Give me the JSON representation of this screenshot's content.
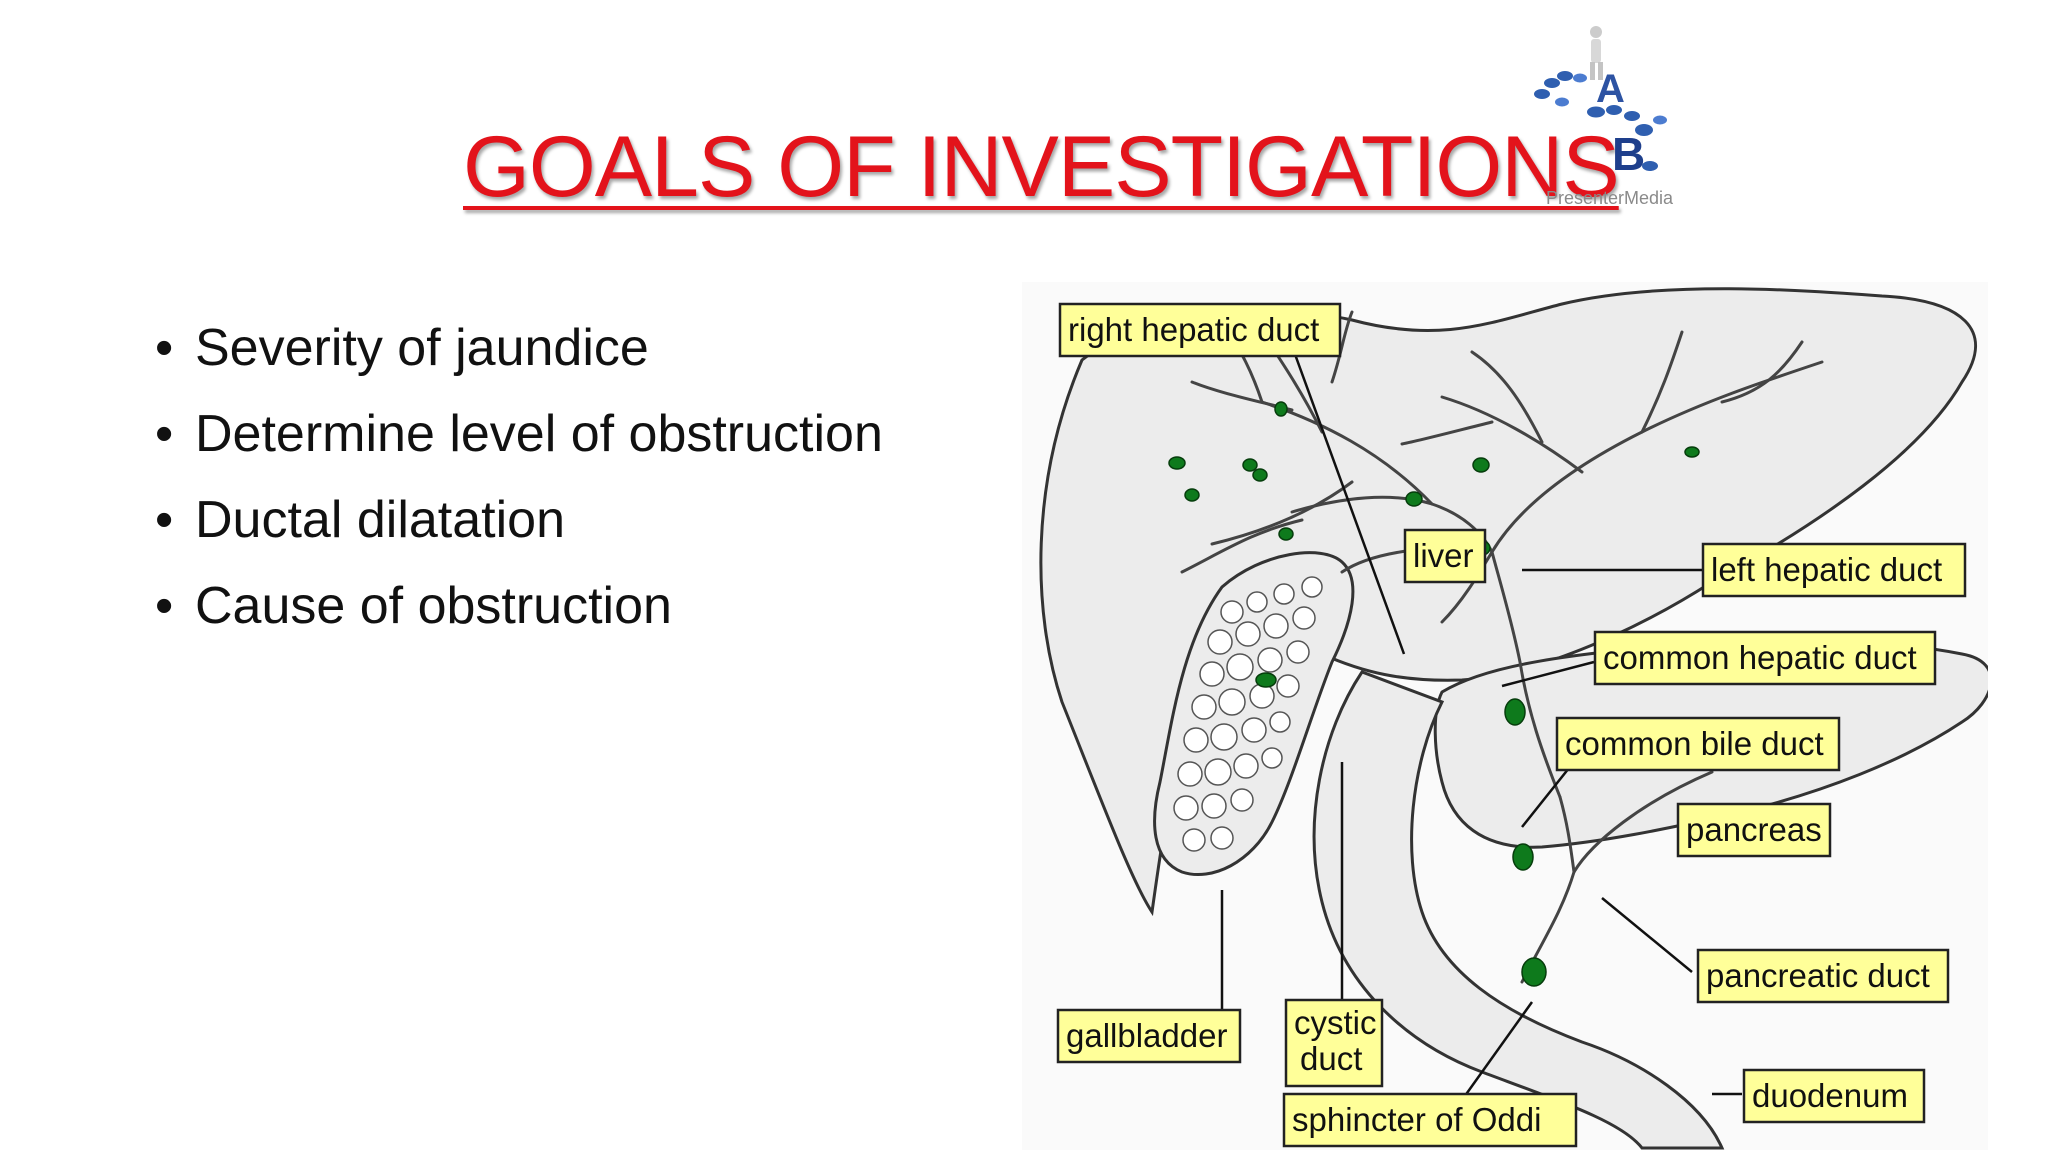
{
  "slide": {
    "title": "GOALS OF INVESTIGATIONS",
    "logo_text": "PresenterMedia",
    "bullets": [
      "Severity of jaundice",
      "Determine level of obstruction",
      "Ductal dilatation",
      "Cause of obstruction"
    ],
    "bullet_glyph": "•"
  },
  "figure": {
    "labels": {
      "right_hepatic_duct": "right hepatic duct",
      "liver": "liver",
      "left_hepatic_duct": "left hepatic duct",
      "common_hepatic_duct": "common hepatic duct",
      "common_bile_duct": "common bile duct",
      "pancreas": "pancreas",
      "pancreatic_duct": "pancreatic duct",
      "gallbladder": "gallbladder",
      "cystic_duct_line1": "cystic",
      "cystic_duct_line2": "duct",
      "duodenum": "duodenum",
      "sphincter_of_oddi": "sphincter of Oddi"
    },
    "colors": {
      "label_fill": "#ffff99",
      "node_green": "#0e7a1c",
      "title_red": "#e3131b"
    }
  }
}
